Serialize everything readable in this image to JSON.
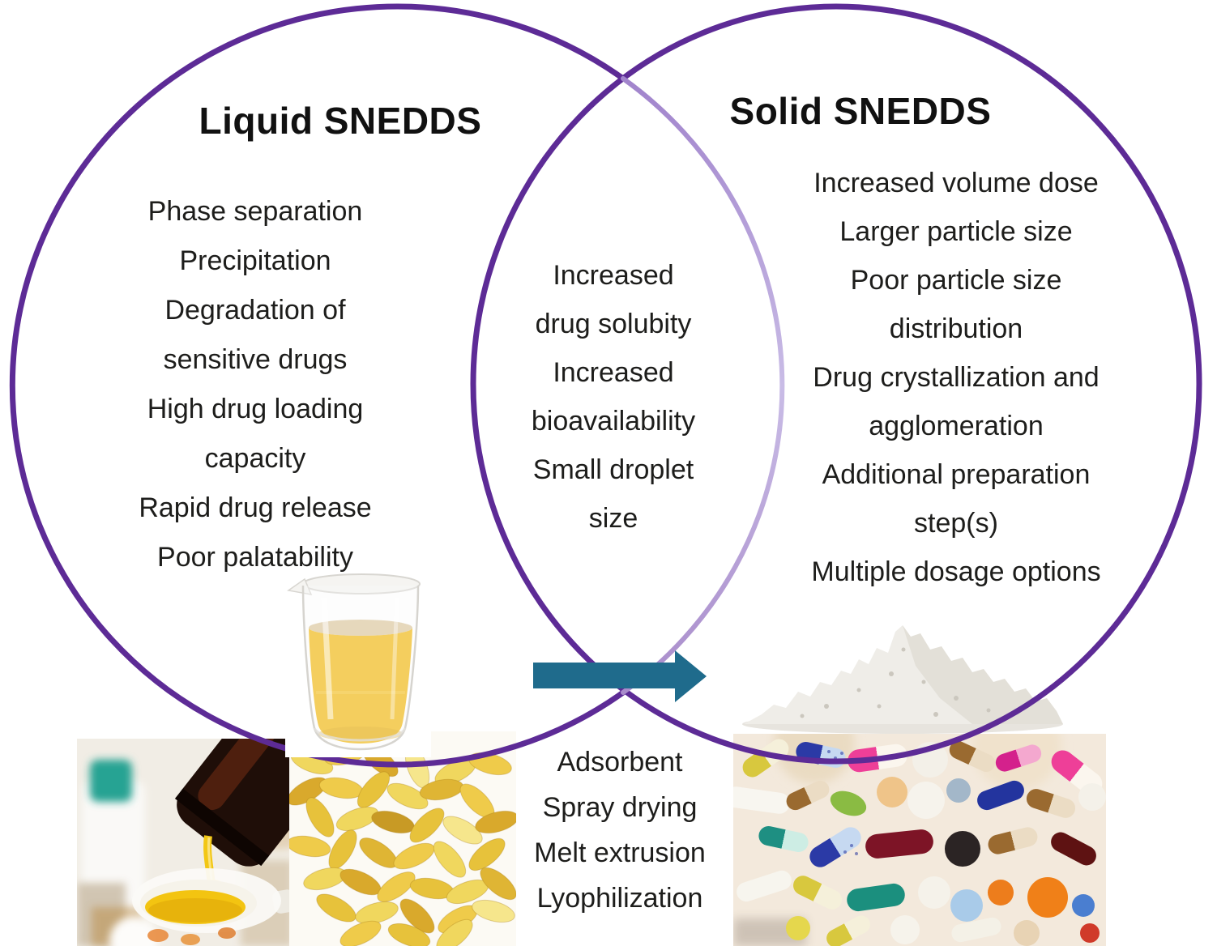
{
  "venn": {
    "left": {
      "title": "Liquid SNEDDS",
      "items": [
        "Phase separation",
        "Precipitation",
        "Degradation of",
        "sensitive drugs",
        "High drug loading",
        "capacity",
        "Rapid drug release",
        "Poor palatability"
      ]
    },
    "overlap": {
      "items": [
        "Increased",
        "drug solubity",
        "Increased",
        "bioavailability",
        "Small droplet",
        "size"
      ]
    },
    "right": {
      "title": "Solid SNEDDS",
      "items": [
        "Increased volume dose",
        "Larger particle size",
        "Poor particle size",
        "distribution",
        "Drug crystallization and",
        "agglomeration",
        "Additional preparation",
        "step(s)",
        "Multiple dosage options"
      ]
    },
    "bottom_overlap": {
      "items": [
        "Adsorbent",
        "Spray drying",
        "Melt extrusion",
        "Lyophilization"
      ]
    },
    "icons": {
      "beaker": "beaker-of-oil-illustration",
      "powder": "powder-pile-illustration",
      "pour": "syrup-pouring-photo",
      "capsules": "oil-capsules-photo",
      "pills": "assorted-pills-photo",
      "arrow": "right-arrow"
    },
    "colors": {
      "circle_dark": "#5D2B96",
      "circle_light": "#B7A3DA",
      "arrow": "#1F6B8C",
      "text": "#1D1D1B"
    }
  }
}
